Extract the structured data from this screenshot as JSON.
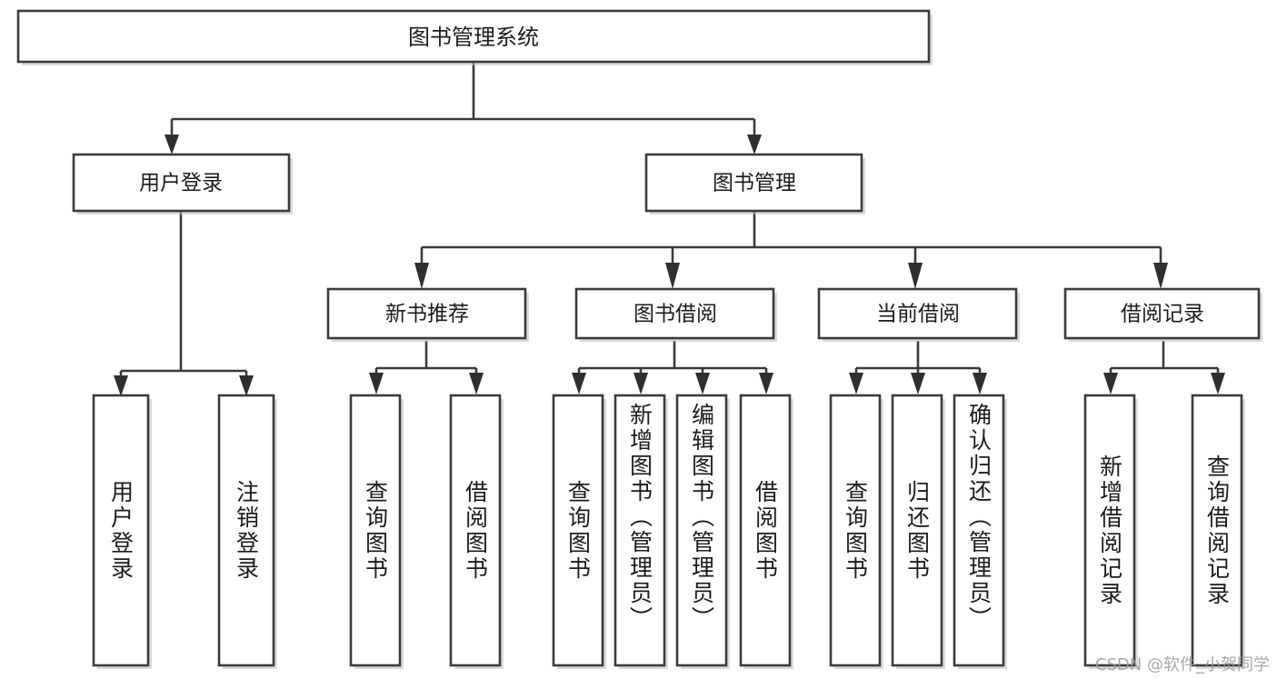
{
  "diagram": {
    "type": "tree-hierarchy-chart",
    "title": "图书管理系统",
    "watermark": "CSDN @软件_小贺同学",
    "colors": {
      "background": "#ffffff",
      "box_stroke": "#3b3b3b",
      "box_fill": "#ffffff",
      "connector": "#3b3b3b",
      "arrow": "#2f2f2f",
      "text": "#1b1b1b",
      "watermark": "#9a9a9a"
    },
    "nodes": {
      "root": {
        "label": "图书管理系统",
        "level": 1,
        "orientation": "horizontal"
      },
      "level2": [
        {
          "id": "user-login",
          "label": "用户登录",
          "orientation": "horizontal"
        },
        {
          "id": "book-management",
          "label": "图书管理",
          "orientation": "horizontal"
        }
      ],
      "level3": [
        {
          "id": "new-book-recommend",
          "label": "新书推荐",
          "orientation": "horizontal"
        },
        {
          "id": "book-borrow",
          "label": "图书借阅",
          "orientation": "horizontal"
        },
        {
          "id": "current-borrow",
          "label": "当前借阅",
          "orientation": "horizontal"
        },
        {
          "id": "borrow-record",
          "label": "借阅记录",
          "orientation": "horizontal"
        }
      ],
      "leaves": [
        {
          "id": "leaf-user-login",
          "label": "用户登录",
          "parent": "user-login",
          "orientation": "vertical"
        },
        {
          "id": "leaf-user-logout",
          "label": "注销登录",
          "parent": "user-login",
          "orientation": "vertical"
        },
        {
          "id": "leaf-query-book-1",
          "label": "查询图书",
          "parent": "new-book-recommend",
          "orientation": "vertical"
        },
        {
          "id": "leaf-borrow-book-1",
          "label": "借阅图书",
          "parent": "new-book-recommend",
          "orientation": "vertical"
        },
        {
          "id": "leaf-query-book-2",
          "label": "查询图书",
          "parent": "book-borrow",
          "orientation": "vertical"
        },
        {
          "id": "leaf-add-book",
          "label": "新增图书（管理员）",
          "parent": "book-borrow",
          "orientation": "vertical"
        },
        {
          "id": "leaf-edit-book",
          "label": "编辑图书（管理员）",
          "parent": "book-borrow",
          "orientation": "vertical"
        },
        {
          "id": "leaf-borrow-book-2",
          "label": "借阅图书",
          "parent": "book-borrow",
          "orientation": "vertical"
        },
        {
          "id": "leaf-query-book-3",
          "label": "查询图书",
          "parent": "current-borrow",
          "orientation": "vertical"
        },
        {
          "id": "leaf-return-book",
          "label": "归还图书",
          "parent": "current-borrow",
          "orientation": "vertical"
        },
        {
          "id": "leaf-confirm-return",
          "label": "确认归还（管理员）",
          "parent": "current-borrow",
          "orientation": "vertical"
        },
        {
          "id": "leaf-add-record",
          "label": "新增借阅记录",
          "parent": "borrow-record",
          "orientation": "vertical"
        },
        {
          "id": "leaf-query-record",
          "label": "查询借阅记录",
          "parent": "borrow-record",
          "orientation": "vertical"
        }
      ]
    }
  }
}
